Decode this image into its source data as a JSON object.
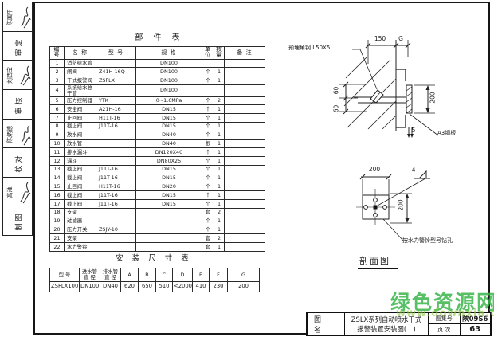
{
  "sidebar": {
    "entries": [
      {
        "type": "signer",
        "printed": "陈国平"
      },
      {
        "type": "role",
        "label": "审定"
      },
      {
        "type": "signer",
        "printed": "刘西宝"
      },
      {
        "type": "role",
        "label": "审核"
      },
      {
        "type": "signer",
        "printed": "陈炳德"
      },
      {
        "type": "role",
        "label": "校对"
      },
      {
        "type": "signer",
        "printed": "高淮"
      },
      {
        "type": "role",
        "label": "制图"
      }
    ]
  },
  "parts_table": {
    "title": "部 件 表",
    "headers": [
      "编号",
      "名  称",
      "型  号",
      "规  格",
      "单位",
      "数量",
      "备  注"
    ],
    "rows": [
      [
        "1",
        "消防给水管",
        "",
        "DN100",
        "",
        "",
        ""
      ],
      [
        "2",
        "闸阀",
        "Z41H-16Q",
        "DN100",
        "个",
        "1",
        ""
      ],
      [
        "3",
        "干式报警阀",
        "ZSFLX",
        "DN100",
        "个",
        "1",
        ""
      ],
      [
        "4",
        "系统给水总干管",
        "",
        "DN100",
        "",
        "",
        ""
      ],
      [
        "5",
        "压力控制器",
        "YTK",
        "0~1.6MPa",
        "个",
        "2",
        ""
      ],
      [
        "6",
        "安全阀",
        "A21H-16",
        "DN15",
        "个",
        "1",
        ""
      ],
      [
        "7",
        "止回阀",
        "H11T-16",
        "DN15",
        "个",
        "1",
        ""
      ],
      [
        "8",
        "截止阀",
        "J11T-16",
        "DN15",
        "个",
        "1",
        ""
      ],
      [
        "9",
        "放水阀",
        "",
        "DN40",
        "个",
        "1",
        ""
      ],
      [
        "10",
        "放水管",
        "",
        "DN40",
        "根",
        "1",
        ""
      ],
      [
        "11",
        "排水漏斗",
        "",
        "DN120X40",
        "个",
        "1",
        ""
      ],
      [
        "12",
        "漏斗",
        "",
        "DN80X25",
        "个",
        "1",
        ""
      ],
      [
        "13",
        "截止阀",
        "J11T-16",
        "DN15",
        "个",
        "1",
        ""
      ],
      [
        "14",
        "截止阀",
        "J11T-16",
        "DN15",
        "个",
        "1",
        ""
      ],
      [
        "15",
        "止回阀",
        "H11T-16",
        "DN20",
        "个",
        "1",
        ""
      ],
      [
        "16",
        "截止阀",
        "J11T-16",
        "DN15",
        "个",
        "1",
        ""
      ],
      [
        "17",
        "截止阀",
        "J11T-16",
        "DN15",
        "个",
        "1",
        ""
      ],
      [
        "18",
        "支架",
        "",
        "",
        "套",
        "2",
        ""
      ],
      [
        "19",
        "过滤器",
        "",
        "",
        "个",
        "1",
        ""
      ],
      [
        "20",
        "压力开关",
        "ZSJY-10",
        "",
        "个",
        "1",
        ""
      ],
      [
        "21",
        "支架",
        "",
        "",
        "套",
        "2",
        ""
      ],
      [
        "22",
        "水力警铃",
        "",
        "",
        "套",
        "1",
        ""
      ]
    ]
  },
  "dims_table": {
    "title": "安 装 尺 寸 表",
    "headers": [
      "型  号",
      "进水管\n直 径",
      "排水管\n直 径",
      "A",
      "B",
      "C",
      "D",
      "E",
      "F",
      "G"
    ],
    "rows": [
      [
        "ZSFLX100",
        "DN100",
        "DN40",
        "620",
        "650",
        "510",
        "<2000",
        "410",
        "230",
        "200"
      ]
    ]
  },
  "elevation_drawing": {
    "dim_150": "150",
    "dim_g": "G",
    "dim_60_upper": "60",
    "dim_60_lower": "60",
    "dim_200": "200",
    "weld_size": "5",
    "angle_steel_label": "预埋角钢 L50X5",
    "plate_label": "A3钢板"
  },
  "section_drawing": {
    "dim_width": "200",
    "dim_height": "200",
    "weld_size": "4",
    "drill_note": "按水力警铃型号钻孔",
    "caption": "剖面图"
  },
  "title_block": {
    "name_label": "图  名",
    "title_line1": "ZSLX系列自动喷水干式",
    "title_line2": "报警装置安装图(二)",
    "atlas_label": "图集号",
    "atlas_number": "陕09S6",
    "page_label": "页 次",
    "page_number": "63"
  },
  "watermark": {
    "site_name": "绿色资源网",
    "site_url": "www.downxia.com",
    "color": "#3ab54a",
    "url_color": "#8cc63f"
  }
}
